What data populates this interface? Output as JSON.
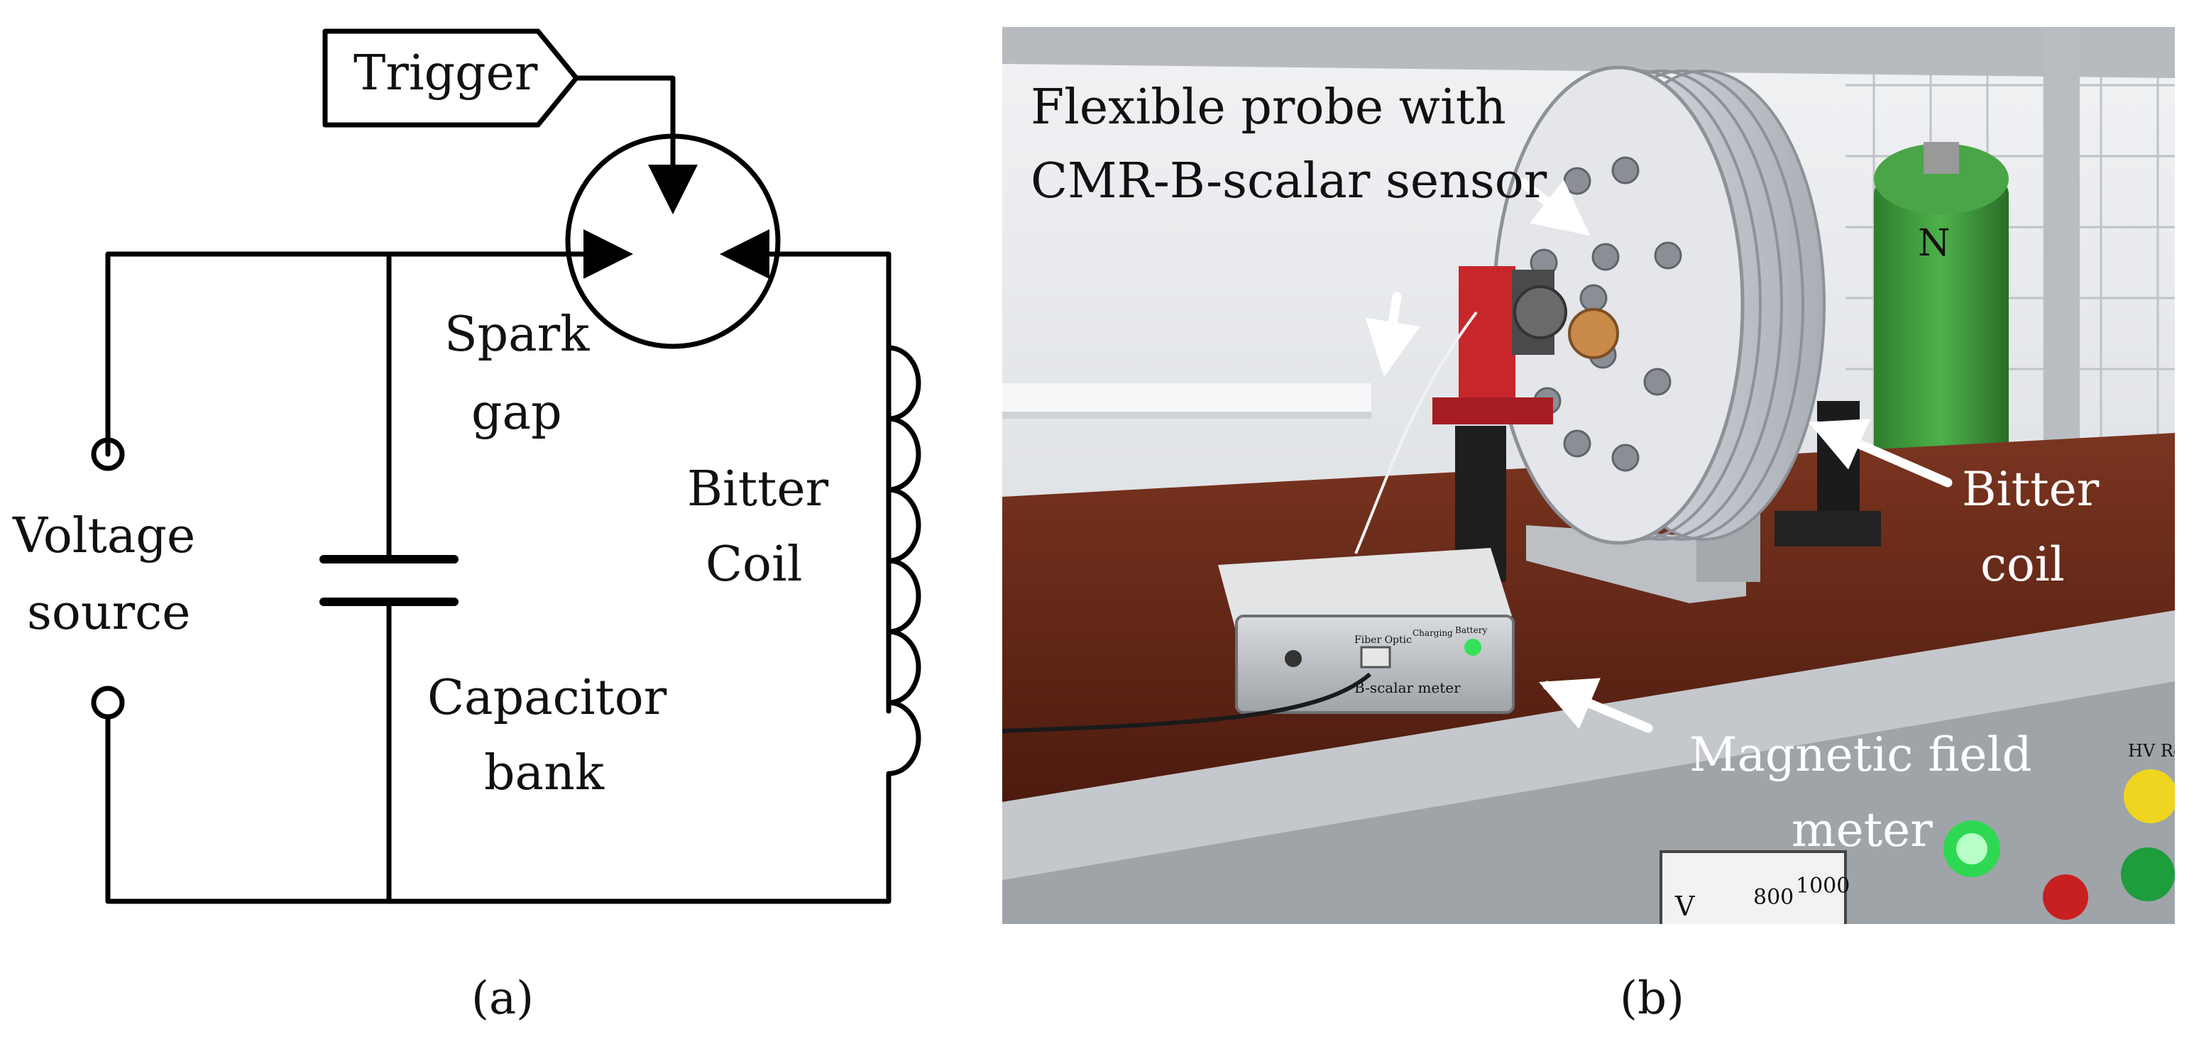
{
  "panel_a": {
    "trigger_label": "Trigger",
    "spark_gap_label": [
      "Spark",
      "gap"
    ],
    "voltage_source_label": [
      "Voltage",
      "source"
    ],
    "bitter_coil_label": [
      "Bitter",
      "Coil"
    ],
    "capacitor_bank_label": [
      "Capacitor",
      "bank"
    ],
    "caption": "(a)"
  },
  "panel_b": {
    "probe_label": [
      "Flexible probe with",
      "CMR-B-scalar sensor"
    ],
    "bitter_coil_label": [
      "Bitter",
      "coil"
    ],
    "meter_label": [
      "Magnetic field",
      "meter"
    ],
    "device_text": "B-scalar meter",
    "device_port_labels": [
      "Fiber Optic",
      "Charging",
      "Battery"
    ],
    "panel_gauge_unit": "V",
    "panel_gauge_ticks": [
      "800",
      "1000"
    ],
    "panel_button_label": "HV Rel",
    "caption": "(b)"
  },
  "colors": {
    "line": "#000000",
    "bench_top": "#6b2a18",
    "wall": "#eceef0",
    "coil_plate": "#c8ccd2",
    "stand_red": "#c7262b",
    "cylinder_green": "#3f9a3c",
    "led_green": "#35e05a"
  }
}
